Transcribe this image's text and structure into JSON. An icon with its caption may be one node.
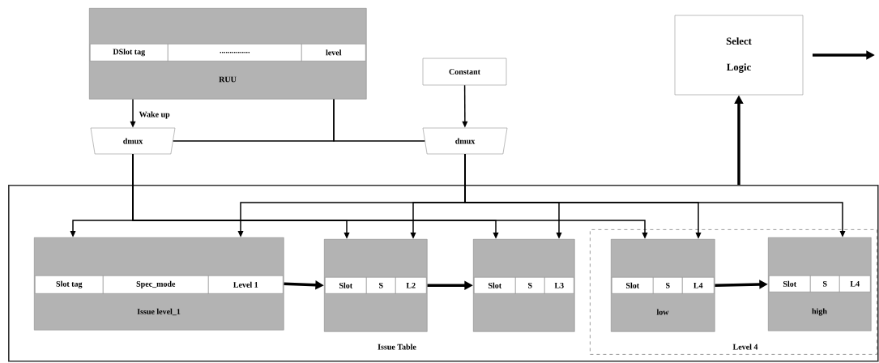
{
  "diagram": {
    "nodes": [
      {
        "text": [
          "DSlot tag",
          "...............",
          "level",
          "RUU"
        ]
      },
      {
        "text": [
          "Constant"
        ]
      },
      {
        "text": [
          "dmux"
        ]
      },
      {
        "text": [
          "dmux"
        ]
      },
      {
        "text": [
          "Select Logic"
        ]
      },
      {
        "text": [
          "Issue Table"
        ]
      },
      {
        "text": [
          "Slot tag",
          "Spec_mode",
          "Level 1",
          "Issue level_1"
        ],
        "in": 5
      },
      {
        "text": [
          "Slot",
          "S",
          "L2"
        ],
        "in": 5
      },
      {
        "text": [
          "Slot",
          "S",
          "L3"
        ],
        "in": 5
      },
      {
        "text": [
          "Level 4"
        ],
        "in": 5
      },
      {
        "text": [
          "Slot",
          "S",
          "L4",
          "low"
        ],
        "in": 9
      },
      {
        "text": [
          "Slot",
          "S",
          "L4",
          "high"
        ],
        "in": 9
      }
    ],
    "edges": [
      {
        "from": 0,
        "to": 2,
        "arrow": "to",
        "label": "Wake up"
      },
      {
        "from": 0,
        "to": 2,
        "arrow": "none"
      },
      {
        "from": 0,
        "to": 3,
        "arrow": "none"
      },
      {
        "from": 1,
        "to": 3,
        "arrow": "to"
      },
      {
        "from": 2,
        "to": 6,
        "arrow": "to"
      },
      {
        "from": 2,
        "to": 7,
        "arrow": "to"
      },
      {
        "from": 2,
        "to": 8,
        "arrow": "to"
      },
      {
        "from": 2,
        "to": 10,
        "arrow": "to"
      },
      {
        "from": 3,
        "to": 6,
        "arrow": "to"
      },
      {
        "from": 3,
        "to": 7,
        "arrow": "to"
      },
      {
        "from": 3,
        "to": 8,
        "arrow": "to"
      },
      {
        "from": 3,
        "to": 10,
        "arrow": "to"
      },
      {
        "from": 3,
        "to": 11,
        "arrow": "to"
      },
      {
        "from": 6,
        "to": 7,
        "arrow": "to",
        "style": "thick"
      },
      {
        "from": 7,
        "to": 8,
        "arrow": "to",
        "style": "thick"
      },
      {
        "from": 10,
        "to": 11,
        "arrow": "to",
        "style": "thick"
      },
      {
        "from": 5,
        "to": 4,
        "arrow": "to",
        "style": "thick"
      },
      {
        "from": 4,
        "to": null,
        "arrow": "to",
        "style": "thick"
      }
    ]
  }
}
